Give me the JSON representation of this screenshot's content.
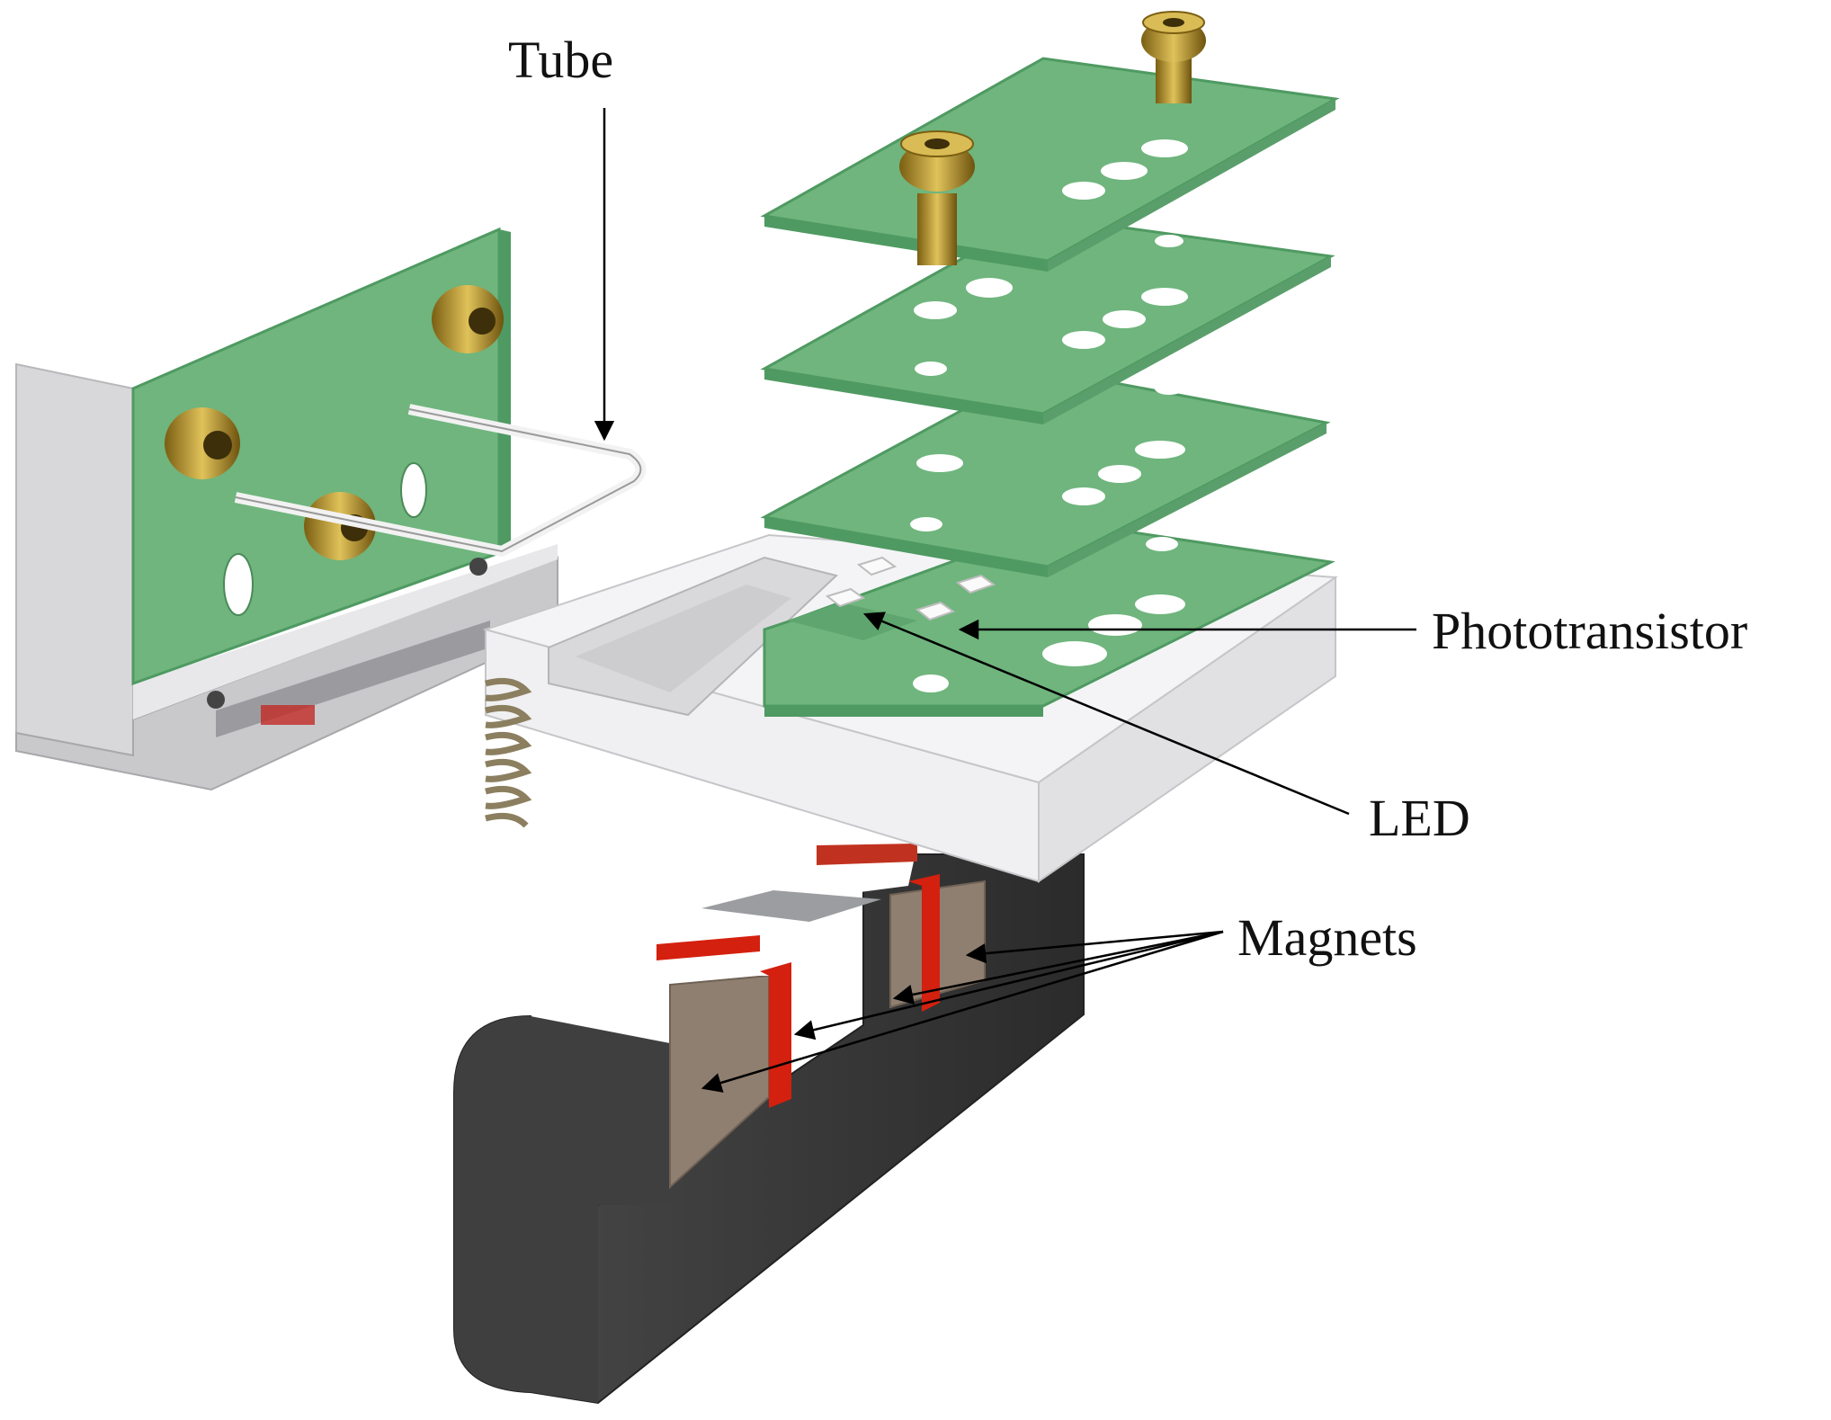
{
  "labels": {
    "tube": "Tube",
    "phototransistor": "Phototransistor",
    "led": "LED",
    "magnets": "Magnets"
  },
  "colors": {
    "pcb_green": "#6fb57d",
    "pcb_edge": "#4f9a62",
    "aluminum": "#e6e6e8",
    "brass": "#b89a36",
    "magnet_face": "#8f7f70",
    "red_pole": "#d4200f",
    "yoke": "#3a3a3a"
  }
}
